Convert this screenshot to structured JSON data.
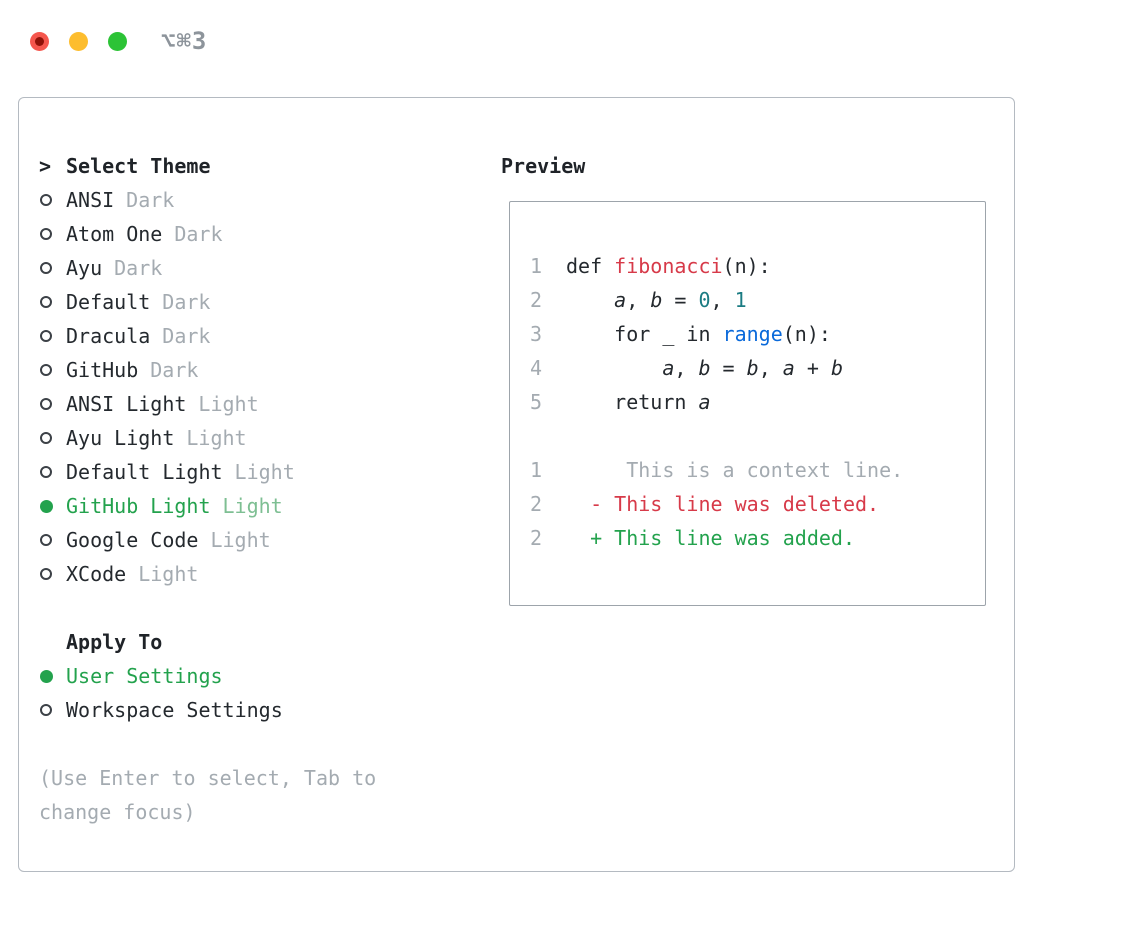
{
  "window": {
    "shortcut": "⌥⌘3",
    "traffic_lights": [
      "close",
      "minimize",
      "zoom"
    ]
  },
  "theme_selector": {
    "prompt": ">",
    "title": "Select Theme",
    "items": [
      {
        "name": "ANSI",
        "variant": "Dark",
        "selected": false
      },
      {
        "name": "Atom One",
        "variant": "Dark",
        "selected": false
      },
      {
        "name": "Ayu",
        "variant": "Dark",
        "selected": false
      },
      {
        "name": "Default",
        "variant": "Dark",
        "selected": false
      },
      {
        "name": "Dracula",
        "variant": "Dark",
        "selected": false
      },
      {
        "name": "GitHub",
        "variant": "Dark",
        "selected": false
      },
      {
        "name": "ANSI Light",
        "variant": "Light",
        "selected": false
      },
      {
        "name": "Ayu Light",
        "variant": "Light",
        "selected": false
      },
      {
        "name": "Default Light",
        "variant": "Light",
        "selected": false
      },
      {
        "name": "GitHub Light",
        "variant": "Light",
        "selected": true
      },
      {
        "name": "Google Code",
        "variant": "Light",
        "selected": false
      },
      {
        "name": "XCode",
        "variant": "Light",
        "selected": false
      }
    ]
  },
  "apply_to": {
    "title": "Apply To",
    "items": [
      {
        "label": "User Settings",
        "selected": true
      },
      {
        "label": "Workspace Settings",
        "selected": false
      }
    ]
  },
  "hint_lines": [
    "(Use Enter to select, Tab to",
    "change focus)"
  ],
  "preview": {
    "title": "Preview",
    "lines": [
      {
        "num": "1",
        "tokens": [
          [
            "def ",
            "plain"
          ],
          [
            "fibonacci",
            "red"
          ],
          [
            "(n):",
            "plain"
          ]
        ]
      },
      {
        "num": "2",
        "tokens": [
          [
            "    ",
            "plain"
          ],
          [
            "a",
            "var"
          ],
          [
            ", ",
            "plain"
          ],
          [
            "b",
            "var"
          ],
          [
            " = ",
            "plain"
          ],
          [
            "0",
            "num"
          ],
          [
            ", ",
            "plain"
          ],
          [
            "1",
            "num"
          ]
        ]
      },
      {
        "num": "3",
        "tokens": [
          [
            "    for _ in ",
            "plain"
          ],
          [
            "range",
            "blue"
          ],
          [
            "(n):",
            "plain"
          ]
        ]
      },
      {
        "num": "4",
        "tokens": [
          [
            "        ",
            "plain"
          ],
          [
            "a",
            "var"
          ],
          [
            ", ",
            "plain"
          ],
          [
            "b",
            "var"
          ],
          [
            " = ",
            "plain"
          ],
          [
            "b",
            "var"
          ],
          [
            ", ",
            "plain"
          ],
          [
            "a",
            "var"
          ],
          [
            " + ",
            "plain"
          ],
          [
            "b",
            "var"
          ]
        ]
      },
      {
        "num": "5",
        "tokens": [
          [
            "    return ",
            "plain"
          ],
          [
            "a",
            "var"
          ]
        ]
      },
      {
        "blank": true
      },
      {
        "num": "1",
        "tokens": [
          [
            "     This is a context line.",
            "ctx"
          ]
        ]
      },
      {
        "num": "2",
        "tokens": [
          [
            "  - This line was deleted.",
            "del"
          ]
        ]
      },
      {
        "num": "2",
        "tokens": [
          [
            "  + This line was added.",
            "add"
          ]
        ]
      }
    ]
  },
  "colors": {
    "accent_green": "#23a24d",
    "muted_green": "#7ebf93",
    "deleted_red": "#d73a49",
    "builtin_blue": "#0969da",
    "number_teal": "#1b7c83",
    "muted_gray": "#a4abb1"
  }
}
